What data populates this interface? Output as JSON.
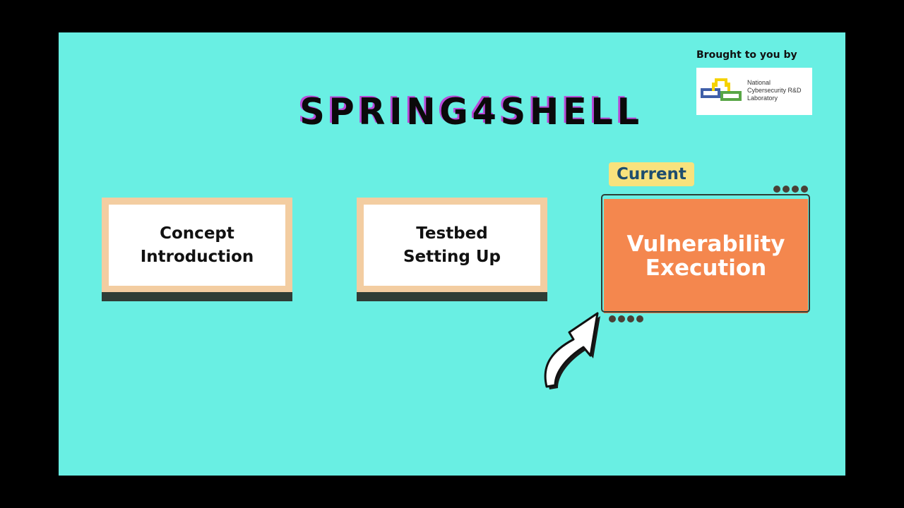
{
  "header": {
    "brought_by": "Brought to you by",
    "logo_lines": [
      "National",
      "Cybersecurity R&D",
      "Laboratory"
    ]
  },
  "title": "SPRING4SHELL",
  "steps": [
    {
      "lines": [
        "Concept",
        "Introduction"
      ],
      "current": false
    },
    {
      "lines": [
        "Testbed",
        "Setting Up"
      ],
      "current": false
    },
    {
      "lines": [
        "Vulnerability",
        "Execution"
      ],
      "current": true
    }
  ],
  "current_badge": "Current",
  "icons": {
    "pointer": "curved-arrow-icon",
    "logo": "ncl-logo-icon"
  },
  "colors": {
    "background": "#69efe3",
    "card_border": "#f3cda1",
    "card_shadow": "#2f3d36",
    "current": "#f4874e",
    "badge": "#f8e27d",
    "badge_text": "#1e4d6e",
    "title_shadow": "#b84ad8"
  }
}
